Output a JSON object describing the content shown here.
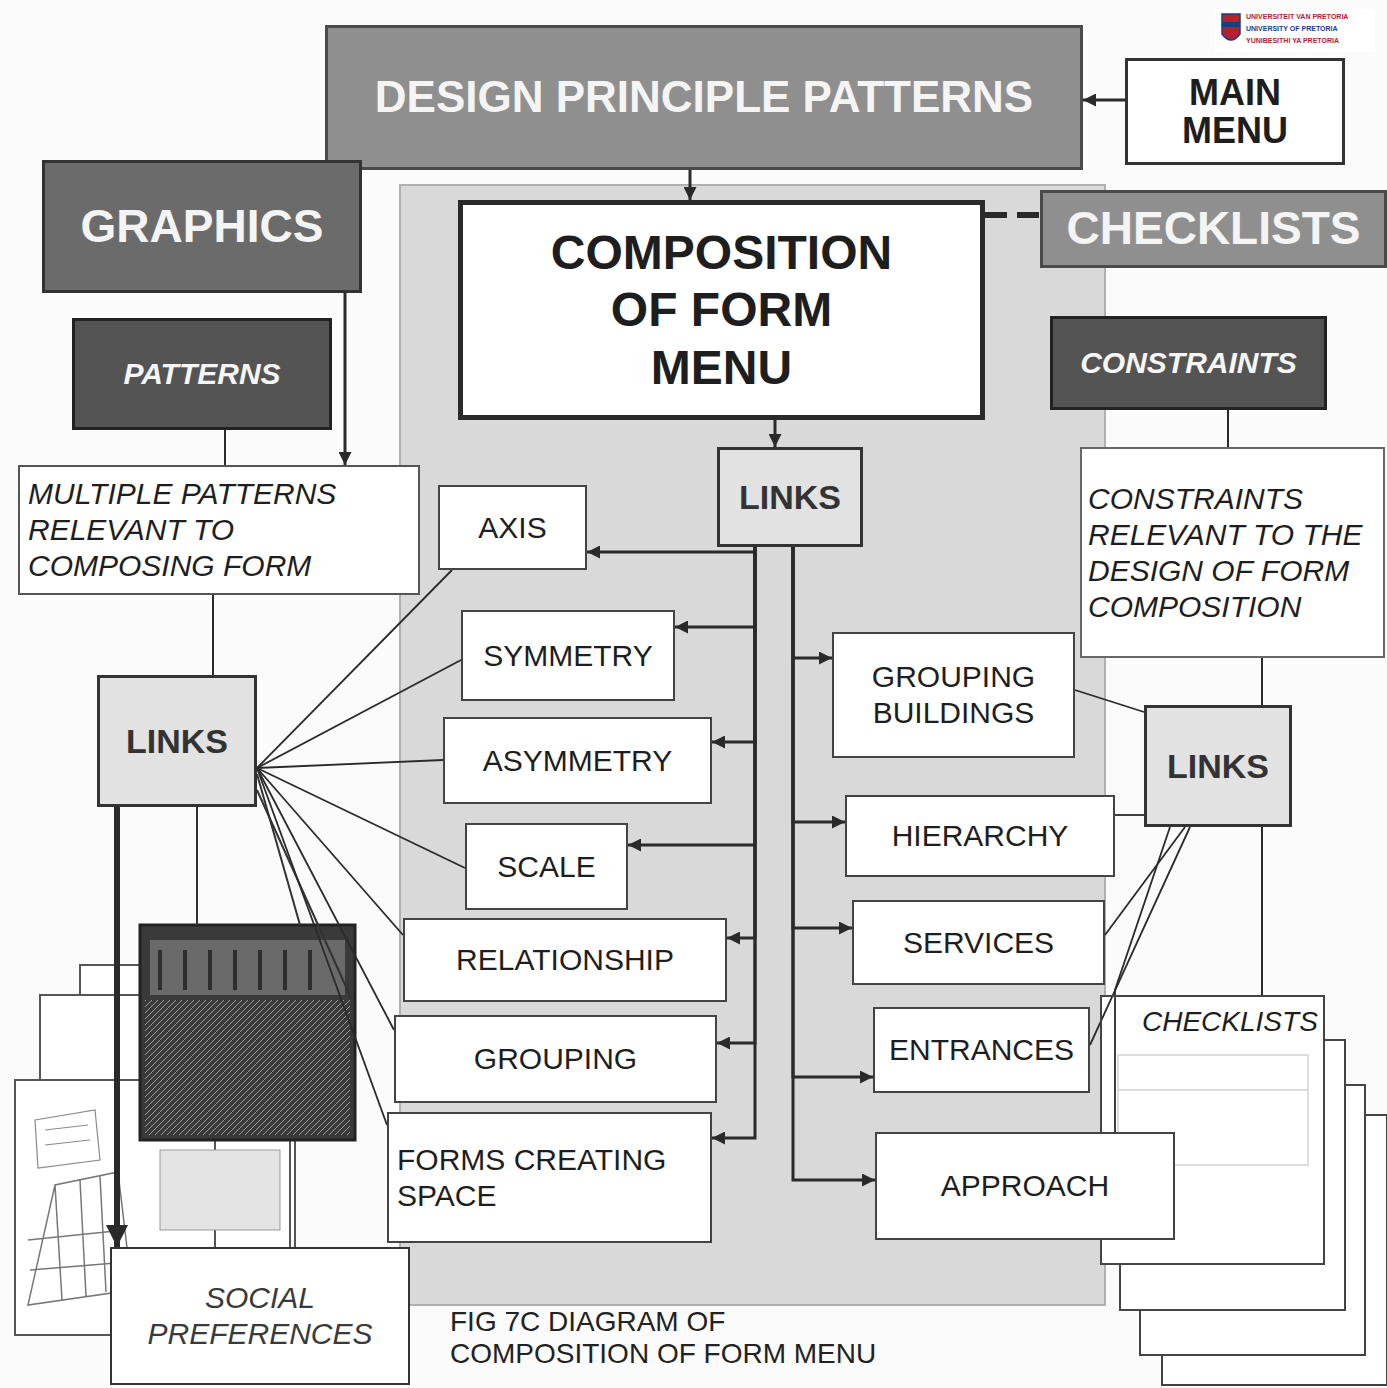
{
  "diagram": {
    "caption": "FIG 7C DIAGRAM OF COMPOSITION OF FORM MENU",
    "nodes": [
      {
        "text": [
          "MAIN MENU"
        ]
      },
      {
        "text": [
          "DESIGN PRINCIPLE PATTERNS"
        ]
      },
      {
        "text": [
          "GRAPHICS"
        ]
      },
      {
        "text": [
          "COMPOSITION OF FORM MENU"
        ]
      },
      {
        "text": [
          "CHECKLISTS"
        ]
      },
      {
        "text": [
          "PATTERNS"
        ]
      },
      {
        "text": [
          "CONSTRAINTS"
        ]
      },
      {
        "text": [
          "LINKS"
        ]
      },
      {
        "text": [
          "MULTIPLE PATTERNS RELEVANT TO COMPOSING FORM"
        ]
      },
      {
        "text": [
          "AXIS"
        ]
      },
      {
        "text": [
          "CONSTRAINTS RELEVANT TO THE DESIGN OF FORM COMPOSITION"
        ]
      },
      {
        "text": [
          "SYMMETRY"
        ]
      },
      {
        "text": [
          "GROUPING BUILDINGS"
        ]
      },
      {
        "text": [
          "LINKS"
        ]
      },
      {
        "text": [
          "LINKS"
        ]
      },
      {
        "text": [
          "ASYMMETRY"
        ]
      },
      {
        "text": [
          "HIERARCHY"
        ]
      },
      {
        "text": [
          "SCALE"
        ]
      },
      {
        "text": [
          "SERVICES"
        ]
      },
      {
        "text": [
          "RELATIONSHIP"
        ]
      },
      {
        "text": [
          "CHECKLISTS"
        ]
      },
      {
        "text": [
          "ENTRANCES"
        ]
      },
      {
        "text": [
          "GROUPING"
        ]
      },
      {
        "text": [
          "FORMS CREATING SPACE"
        ]
      },
      {
        "text": [
          "APPROACH"
        ]
      },
      {
        "text": [
          "SOCIAL PREFERENCES"
        ]
      }
    ],
    "edges": [
      {
        "from": 0,
        "to": 1,
        "arrow": "to"
      },
      {
        "from": 1,
        "to": 3,
        "arrow": "to"
      },
      {
        "from": 3,
        "to": 7,
        "arrow": "to"
      },
      {
        "from": 3,
        "to": 4,
        "arrow": "none"
      },
      {
        "from": 2,
        "to": 8,
        "arrow": "to"
      },
      {
        "from": 5,
        "to": 8,
        "arrow": "none"
      },
      {
        "from": 8,
        "to": 13,
        "arrow": "none"
      },
      {
        "from": 6,
        "to": 10,
        "arrow": "none"
      },
      {
        "from": 10,
        "to": 14,
        "arrow": "none"
      },
      {
        "from": 14,
        "to": 20,
        "arrow": "none"
      },
      {
        "from": 7,
        "to": 9,
        "arrow": "to"
      },
      {
        "from": 7,
        "to": 11,
        "arrow": "to"
      },
      {
        "from": 7,
        "to": 15,
        "arrow": "to"
      },
      {
        "from": 7,
        "to": 17,
        "arrow": "to"
      },
      {
        "from": 7,
        "to": 19,
        "arrow": "to"
      },
      {
        "from": 7,
        "to": 22,
        "arrow": "to"
      },
      {
        "from": 7,
        "to": 23,
        "arrow": "to"
      },
      {
        "from": 7,
        "to": 12,
        "arrow": "to"
      },
      {
        "from": 7,
        "to": 16,
        "arrow": "to"
      },
      {
        "from": 7,
        "to": 18,
        "arrow": "to"
      },
      {
        "from": 7,
        "to": 21,
        "arrow": "to"
      },
      {
        "from": 7,
        "to": 24,
        "arrow": "to"
      },
      {
        "from": 13,
        "to": 9,
        "arrow": "none"
      },
      {
        "from": 13,
        "to": 11,
        "arrow": "none"
      },
      {
        "from": 13,
        "to": 15,
        "arrow": "none"
      },
      {
        "from": 13,
        "to": 17,
        "arrow": "none"
      },
      {
        "from": 13,
        "to": 19,
        "arrow": "none"
      },
      {
        "from": 13,
        "to": 22,
        "arrow": "none"
      },
      {
        "from": 13,
        "to": 23,
        "arrow": "none"
      },
      {
        "from": 13,
        "to": 25,
        "arrow": "to"
      },
      {
        "from": 14,
        "to": 12,
        "arrow": "none"
      },
      {
        "from": 14,
        "to": 16,
        "arrow": "none"
      },
      {
        "from": 14,
        "to": 18,
        "arrow": "none"
      },
      {
        "from": 14,
        "to": 21,
        "arrow": "none"
      },
      {
        "from": 14,
        "to": 24,
        "arrow": "none"
      }
    ],
    "labels": [
      "UNIVERSITEIT VAN PRETORIA",
      "UNIVERSITY OF PRETORIA",
      "YUNIBESITHI YA PRETORIA"
    ]
  }
}
